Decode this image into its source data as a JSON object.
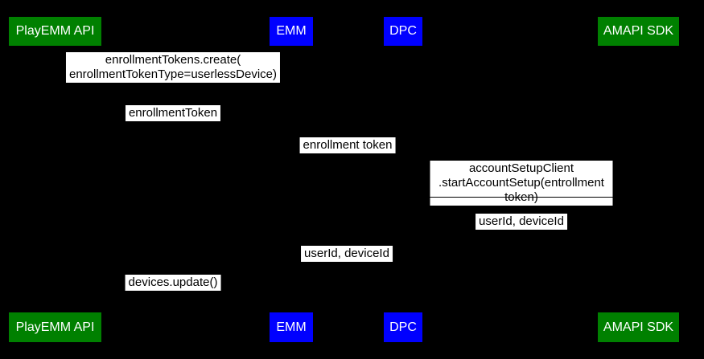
{
  "diagram": {
    "type": "sequence-diagram",
    "background_color": "#000000",
    "colors": {
      "actor_green": "#008000",
      "actor_blue": "#0000ff",
      "actor_text": "#ffffff",
      "message_label_bg": "#ffffff",
      "message_label_text": "#000000",
      "line": "#000000"
    },
    "actors": [
      {
        "id": "playemm-api",
        "label": "PlayEMM API",
        "color": "green"
      },
      {
        "id": "emm",
        "label": "EMM",
        "color": "blue"
      },
      {
        "id": "dpc",
        "label": "DPC",
        "color": "blue"
      },
      {
        "id": "amapi-sdk",
        "label": "AMAPI SDK",
        "color": "green"
      }
    ],
    "messages": [
      {
        "between": [
          "PlayEMM API",
          "EMM"
        ],
        "label": "enrollmentTokens.create(\nenrollmentTokenType=userlessDevice)"
      },
      {
        "between": [
          "PlayEMM API",
          "EMM"
        ],
        "label": "enrollmentToken"
      },
      {
        "between": [
          "EMM",
          "DPC"
        ],
        "label": "enrollment token"
      },
      {
        "between": [
          "DPC",
          "AMAPI SDK"
        ],
        "label": "accountSetupClient\n.startAccountSetup(entrollment token)"
      },
      {
        "between": [
          "DPC",
          "AMAPI SDK"
        ],
        "label": "userId, deviceId"
      },
      {
        "between": [
          "EMM",
          "DPC"
        ],
        "label": "userId, deviceId"
      },
      {
        "between": [
          "PlayEMM API",
          "EMM"
        ],
        "label": "devices.update()"
      }
    ]
  }
}
